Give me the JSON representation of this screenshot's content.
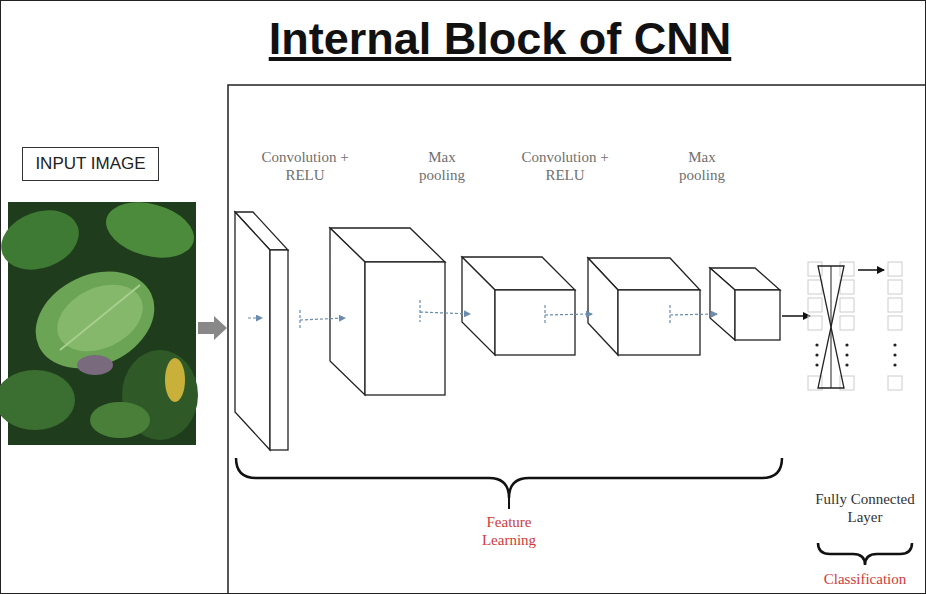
{
  "diagram": {
    "title": "Internal Block of CNN",
    "nodes": [
      {
        "text": [
          "INPUT IMAGE"
        ]
      }
    ],
    "labels": [
      "Convolution + RELU",
      "Max pooling",
      "Convolution + RELU",
      "Max pooling",
      "Feature Learning",
      "Fully Connected Layer",
      "Classification"
    ]
  }
}
